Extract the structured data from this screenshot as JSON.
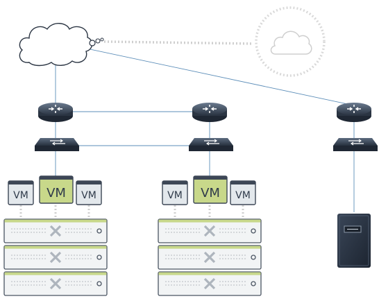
{
  "vm_label": "VM",
  "colors": {
    "link": "#5b8db8",
    "dotted": "#cfcfcf",
    "device_dark": "#2f3a4a",
    "device_light": "#55657a",
    "vm_fill": "#e3e8ec",
    "vm_active_fill": "#c8d88a",
    "server_stripe": "#c8d88a",
    "server_body": "#f2f4f5",
    "server_outline": "#4a5462"
  },
  "clusters": [
    {
      "id": "left",
      "vms": [
        "VM",
        "VM",
        "VM"
      ],
      "active_vm": 1,
      "servers": 3
    },
    {
      "id": "middle",
      "vms": [
        "VM",
        "VM",
        "VM"
      ],
      "active_vm": 1,
      "servers": 3
    }
  ],
  "icons": [
    "cloud-icon",
    "remote-cloud-icon",
    "router-icon",
    "switch-icon",
    "vm-icon",
    "server-blade-icon",
    "tower-server-icon"
  ]
}
